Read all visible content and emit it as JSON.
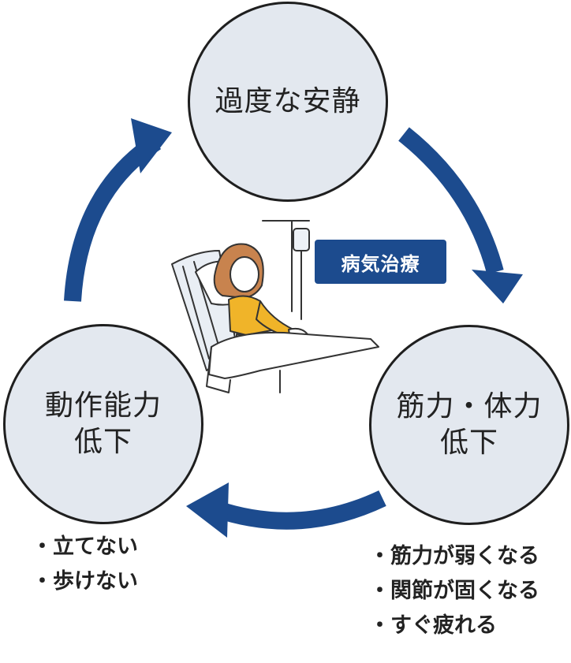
{
  "nodes": {
    "top": {
      "lines": [
        "過度な安静"
      ]
    },
    "left": {
      "lines": [
        "動作能力",
        "低下"
      ]
    },
    "right": {
      "lines": [
        "筋力・体力",
        "低下"
      ]
    }
  },
  "badge": {
    "label": "病気治療"
  },
  "bullets": {
    "left": [
      "立てない",
      "歩けない"
    ],
    "right": [
      "筋力が弱くなる",
      "関節が固くなる",
      "すぐ疲れる"
    ]
  },
  "colors": {
    "arrow": "#1c4b8e",
    "circle_fill": "#e3e8ef",
    "badge": "#1c4b8e",
    "shirt": "#f0b429",
    "hair": "#c8834e"
  },
  "icons": [
    "cycle-arrow-icon",
    "patient-in-bed-illustration"
  ]
}
